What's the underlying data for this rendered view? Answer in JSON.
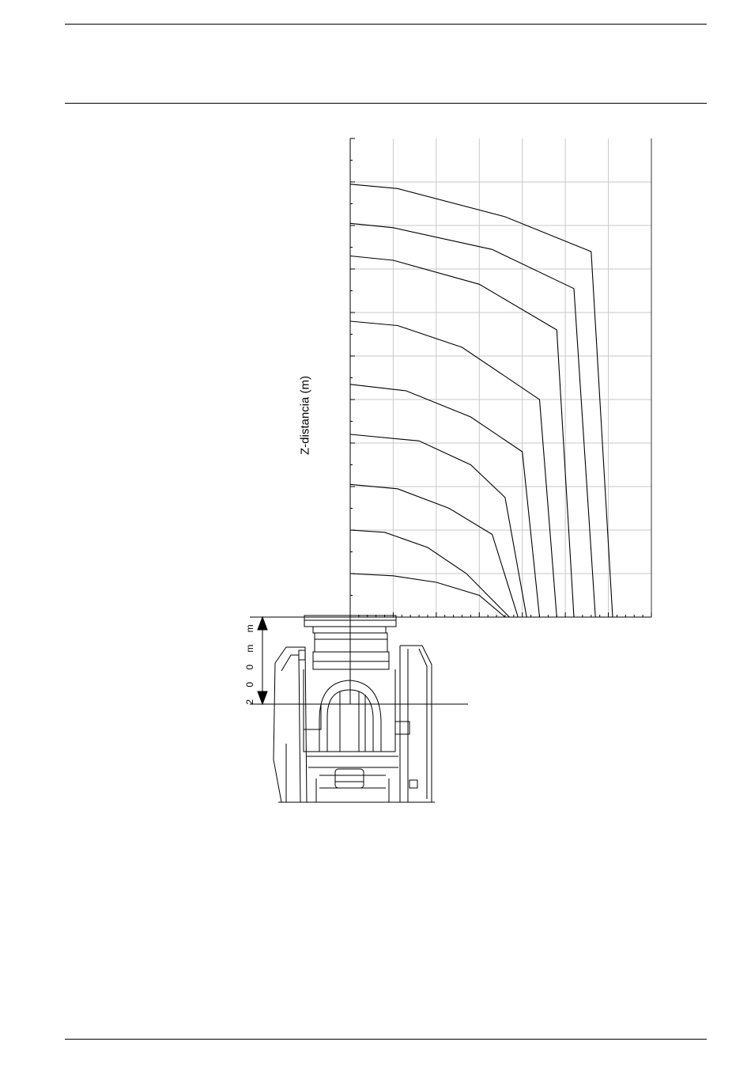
{
  "page": {
    "y_axis_label": "Z-distancia (m)",
    "dimension_label": "2 0 0   m m"
  },
  "chart_data": {
    "type": "line",
    "title": "",
    "xlabel": "",
    "ylabel": "Z-distancia (m)",
    "xlim": [
      0,
      7
    ],
    "ylim": [
      0,
      11
    ],
    "grid": true,
    "legend": "none",
    "series": [
      {
        "x": [
          0.0,
          1.0,
          2.0,
          3.0,
          3.6
        ],
        "y": [
          1.0,
          0.95,
          0.8,
          0.5,
          0.0
        ]
      },
      {
        "x": [
          0.0,
          0.8,
          1.8,
          2.7,
          3.3,
          3.7
        ],
        "y": [
          2.0,
          1.95,
          1.6,
          1.0,
          0.4,
          0.0
        ]
      },
      {
        "x": [
          0.0,
          1.1,
          2.3,
          3.3,
          3.9
        ],
        "y": [
          3.05,
          2.95,
          2.5,
          1.9,
          0.0
        ]
      },
      {
        "x": [
          0.0,
          1.6,
          2.8,
          3.6,
          4.1
        ],
        "y": [
          4.2,
          4.05,
          3.5,
          2.75,
          0.0
        ]
      },
      {
        "x": [
          0.0,
          1.3,
          2.8,
          4.0,
          4.4
        ],
        "y": [
          5.35,
          5.2,
          4.6,
          3.8,
          0.0
        ]
      },
      {
        "x": [
          0.0,
          1.1,
          2.6,
          4.4,
          4.8
        ],
        "y": [
          6.8,
          6.7,
          6.2,
          5.0,
          0.0
        ]
      },
      {
        "x": [
          0.0,
          1.0,
          3.0,
          4.8,
          5.2
        ],
        "y": [
          8.3,
          8.2,
          7.65,
          6.6,
          0.0
        ]
      },
      {
        "x": [
          0.0,
          1.0,
          3.3,
          5.2,
          5.7
        ],
        "y": [
          9.05,
          8.95,
          8.45,
          7.55,
          0.0
        ]
      },
      {
        "x": [
          0.0,
          1.1,
          3.6,
          5.6,
          6.1
        ],
        "y": [
          9.95,
          9.85,
          9.2,
          8.4,
          0.0
        ]
      }
    ]
  }
}
